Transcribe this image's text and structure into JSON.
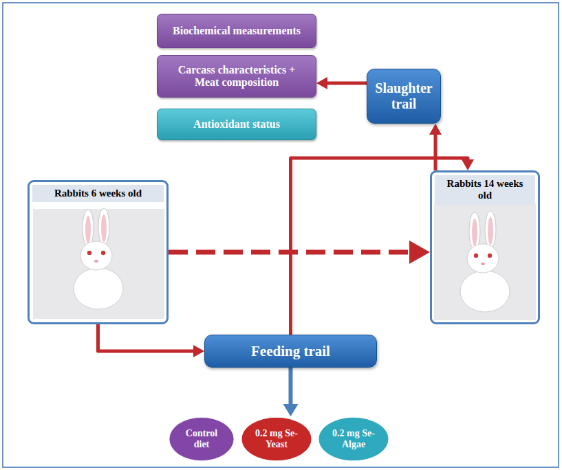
{
  "diagram": {
    "nodes": [
      {
        "text": [
          "Biochemical measurements"
        ]
      },
      {
        "text": [
          "Carcass characteristics + Meat composition"
        ]
      },
      {
        "text": [
          "Antioxidant status"
        ]
      },
      {
        "text": [
          "Slaughter trail"
        ]
      },
      {
        "text": [
          "Rabbits 6 weeks old"
        ]
      },
      {
        "text": [
          "Rabbits 14 weeks old"
        ]
      },
      {
        "text": [
          "Feeding trail"
        ]
      },
      {
        "text": [
          "Control diet"
        ]
      },
      {
        "text": [
          "0.2 mg Se-Yeast"
        ]
      },
      {
        "text": [
          "0.2 mg Se-Algae"
        ]
      }
    ],
    "edges": [
      {
        "from": 3,
        "to": 1,
        "arrow": "to"
      },
      {
        "from": 5,
        "to": 3,
        "arrow": "to"
      },
      {
        "from": 4,
        "to": 5,
        "arrow": "to"
      },
      {
        "from": 4,
        "to": 6,
        "arrow": "to"
      },
      {
        "from": 6,
        "to": 5,
        "arrow": "to"
      },
      {
        "from": 6,
        "to": 8,
        "arrow": "to"
      }
    ]
  }
}
